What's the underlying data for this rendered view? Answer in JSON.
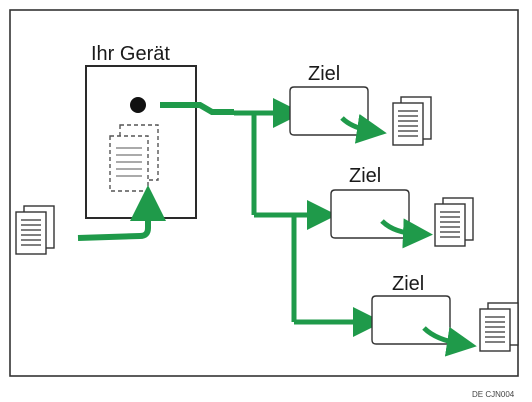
{
  "labels": {
    "device": "Ihr Gerät",
    "destination_1": "Ziel",
    "destination_2": "Ziel",
    "destination_3": "Ziel",
    "figure_code": "DE CJN004"
  },
  "colors": {
    "arrow": "#1f9a4a",
    "frame": "#333333",
    "device_border": "#2a2a2a",
    "background": "#ffffff"
  },
  "icons": [
    "document-stack-icon",
    "device-box",
    "scanner-dot-icon",
    "dashed-document-icon",
    "destination-box-icon",
    "arrow-icon"
  ]
}
